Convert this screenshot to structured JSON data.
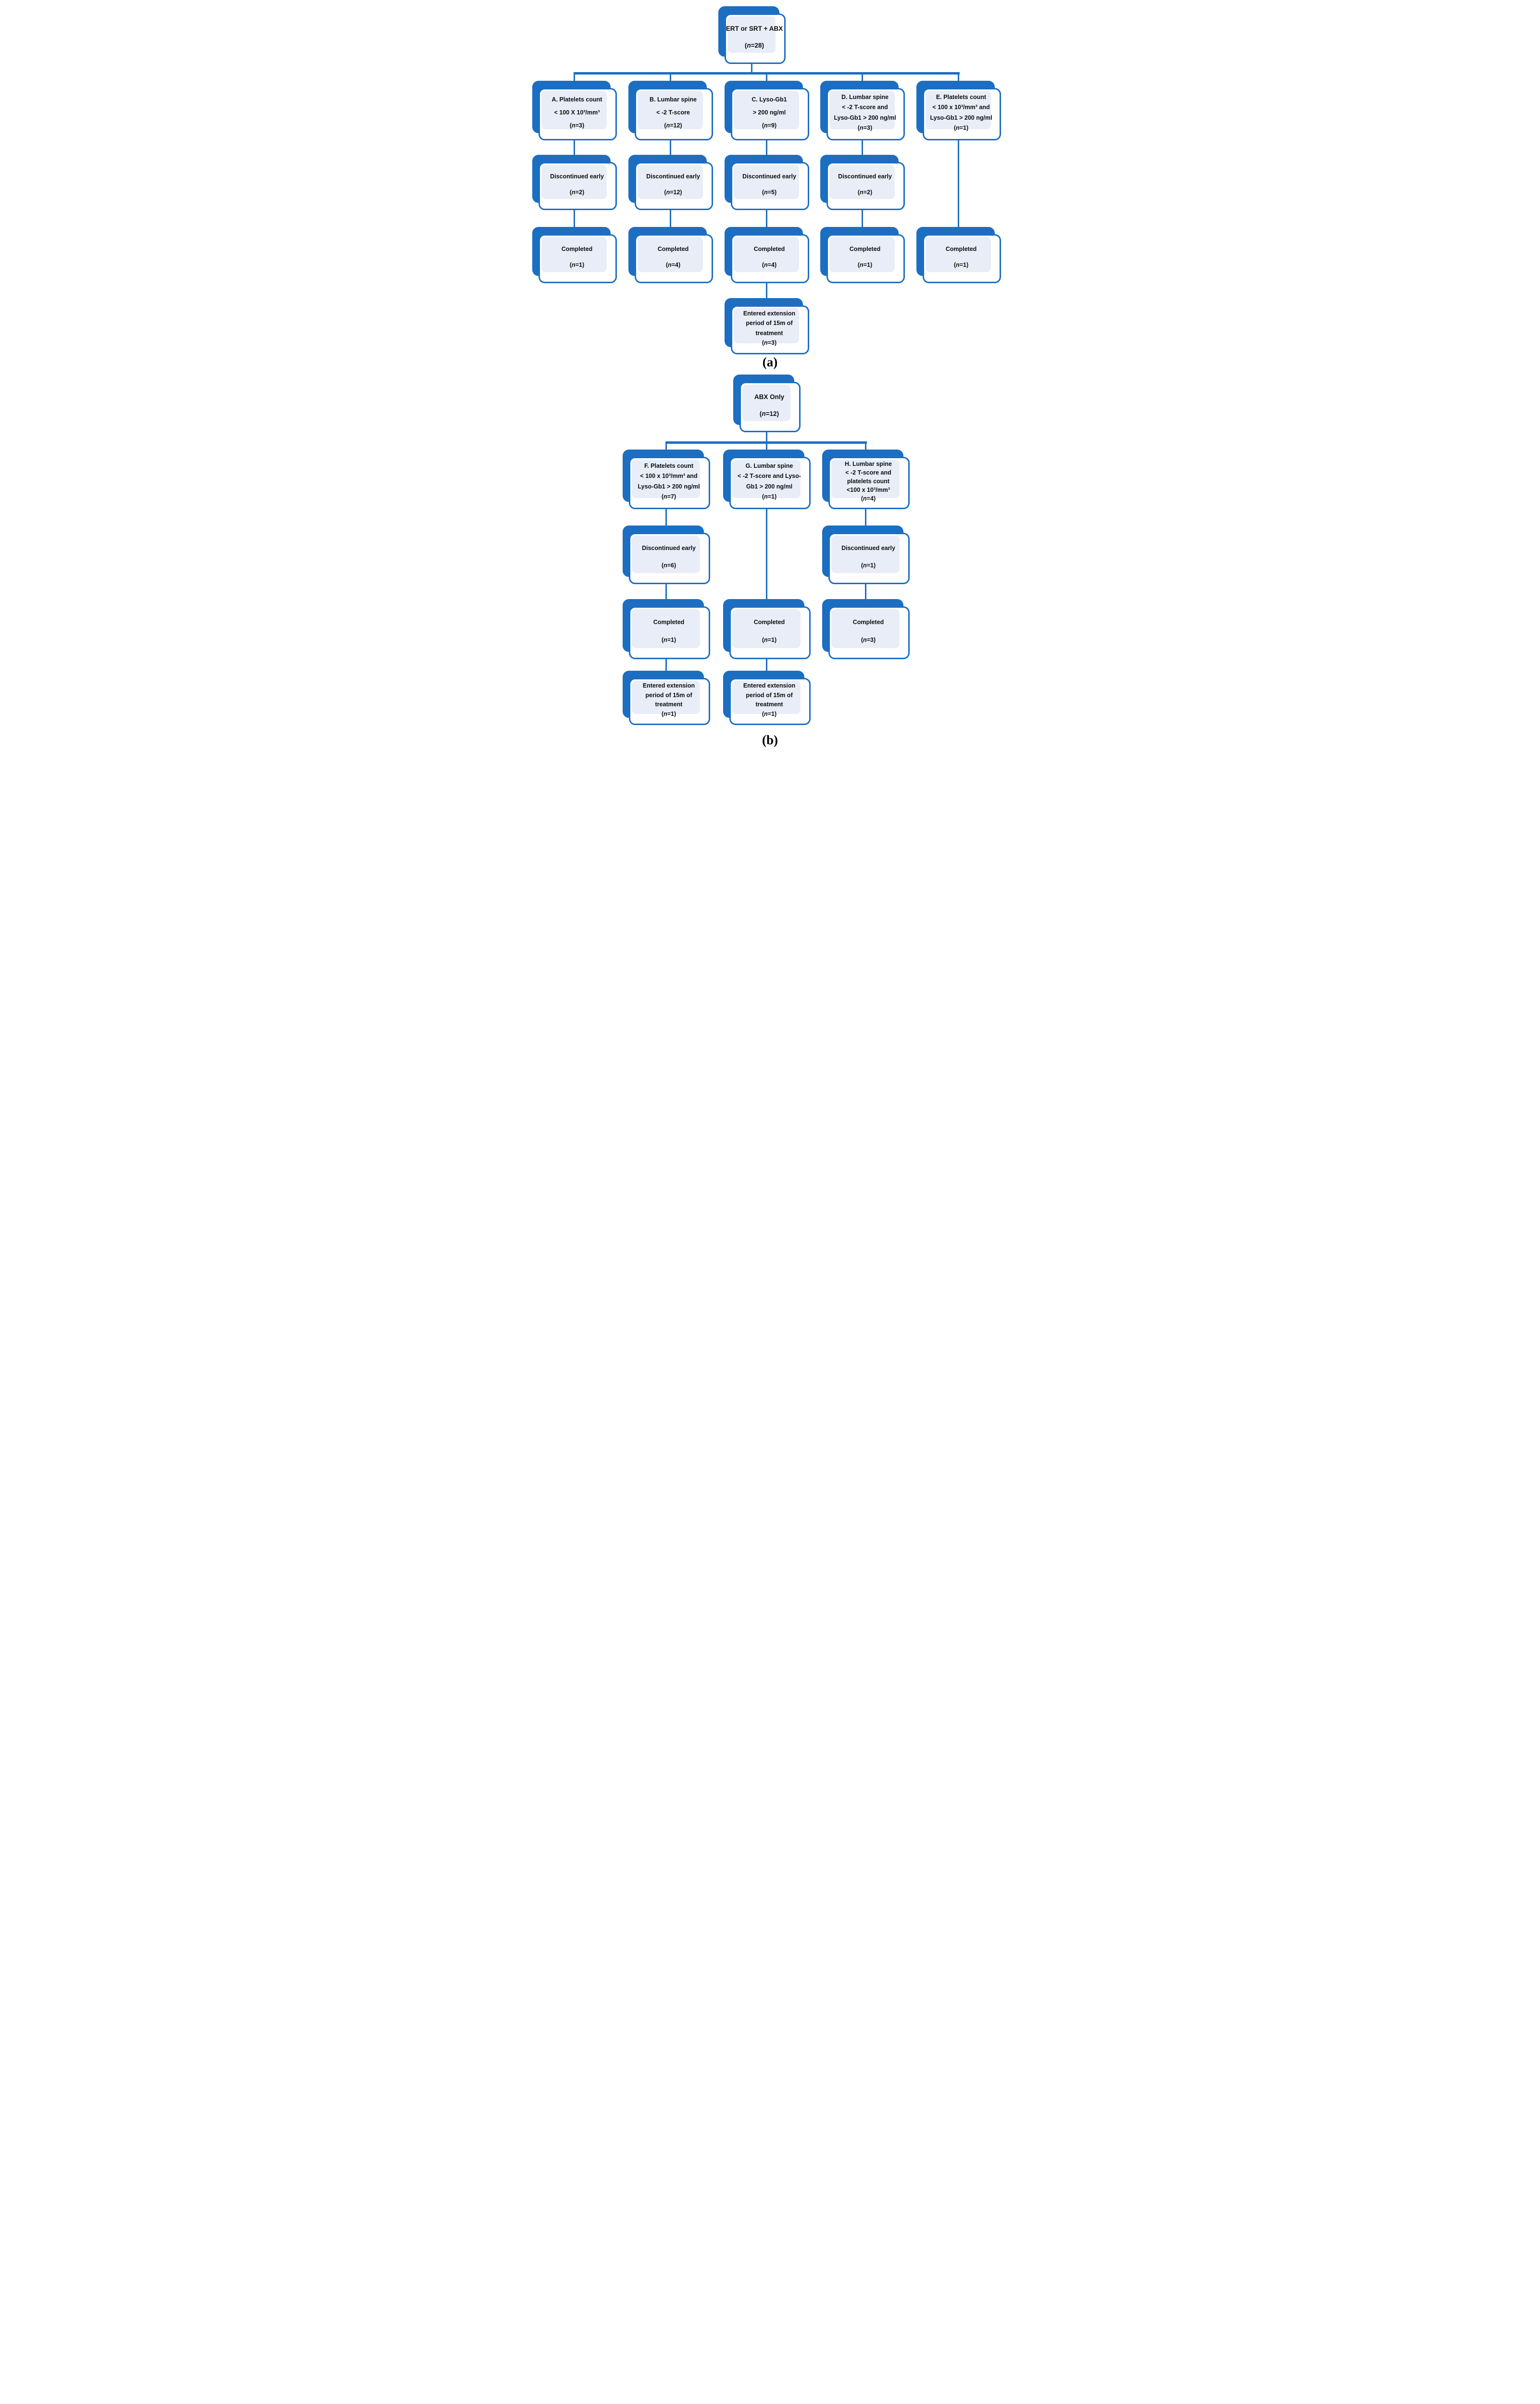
{
  "notation": {
    "open": "(",
    "n_symbol": "n",
    "equals": "=",
    "close": ")"
  },
  "labels": {
    "panel_a": "(a)",
    "panel_b": "(b)"
  },
  "colors": {
    "accent": "#1b6ec2",
    "inner_fill": "#e8edf7",
    "text": "#0d0d0d"
  },
  "panel_a": {
    "root": {
      "lines": [
        "ERT or SRT + ABX"
      ],
      "n": "28"
    },
    "columns": [
      {
        "id": "A",
        "branch": {
          "lines": [
            "A. Platelets count",
            "< 100 X 10³/mm³"
          ],
          "n": "3"
        },
        "discontinued": {
          "lines": [
            "Discontinued early"
          ],
          "n": "2"
        },
        "completed": {
          "lines": [
            "Completed"
          ],
          "n": "1"
        },
        "extension": null
      },
      {
        "id": "B",
        "branch": {
          "lines": [
            "B. Lumbar spine",
            "< -2 T-score"
          ],
          "n": "12"
        },
        "discontinued": {
          "lines": [
            "Discontinued early"
          ],
          "n": "12"
        },
        "completed": {
          "lines": [
            "Completed"
          ],
          "n": "4"
        },
        "extension": null
      },
      {
        "id": "C",
        "branch": {
          "lines": [
            "C. Lyso-Gb1",
            "> 200 ng/ml"
          ],
          "n": "9"
        },
        "discontinued": {
          "lines": [
            "Discontinued early"
          ],
          "n": "5"
        },
        "completed": {
          "lines": [
            "Completed"
          ],
          "n": "4"
        },
        "extension": {
          "lines": [
            "Entered extension",
            "period of 15m of",
            "treatment"
          ],
          "n": "3"
        }
      },
      {
        "id": "D",
        "branch": {
          "lines": [
            "D. Lumbar spine",
            "< -2 T-score and",
            "Lyso-Gb1 > 200 ng/ml"
          ],
          "n": "3"
        },
        "discontinued": {
          "lines": [
            "Discontinued early"
          ],
          "n": "2"
        },
        "completed": {
          "lines": [
            "Completed"
          ],
          "n": "1"
        },
        "extension": null
      },
      {
        "id": "E",
        "branch": {
          "lines": [
            "E. Platelets count",
            "< 100 x 10³/mm³ and",
            "Lyso-Gb1 > 200 ng/ml"
          ],
          "n": "1"
        },
        "discontinued": null,
        "completed": {
          "lines": [
            "Completed"
          ],
          "n": "1"
        },
        "extension": null
      }
    ]
  },
  "panel_b": {
    "root": {
      "lines": [
        "ABX Only"
      ],
      "n": "12"
    },
    "columns": [
      {
        "id": "F",
        "branch": {
          "lines": [
            "F. Platelets count",
            "< 100 x 10³/mm³ and",
            "Lyso-Gb1 > 200 ng/ml"
          ],
          "n": "7"
        },
        "discontinued": {
          "lines": [
            "Discontinued early"
          ],
          "n": "6"
        },
        "completed": {
          "lines": [
            "Completed"
          ],
          "n": "1"
        },
        "extension": {
          "lines": [
            "Entered extension",
            "period of 15m of",
            "treatment"
          ],
          "n": "1"
        }
      },
      {
        "id": "G",
        "branch": {
          "lines": [
            "G. Lumbar spine",
            "< -2 T-score and Lyso-",
            "Gb1 > 200 ng/ml"
          ],
          "n": "1"
        },
        "discontinued": null,
        "completed": {
          "lines": [
            "Completed"
          ],
          "n": "1"
        },
        "extension": {
          "lines": [
            "Entered extension",
            "period of 15m of",
            "treatment"
          ],
          "n": "1"
        }
      },
      {
        "id": "H",
        "branch": {
          "lines": [
            "H. Lumbar spine",
            "< -2 T-score and",
            "platelets count",
            "<100 x 10³/mm³"
          ],
          "n": "4"
        },
        "discontinued": {
          "lines": [
            "Discontinued early"
          ],
          "n": "1"
        },
        "completed": {
          "lines": [
            "Completed"
          ],
          "n": "3"
        },
        "extension": null
      }
    ]
  }
}
